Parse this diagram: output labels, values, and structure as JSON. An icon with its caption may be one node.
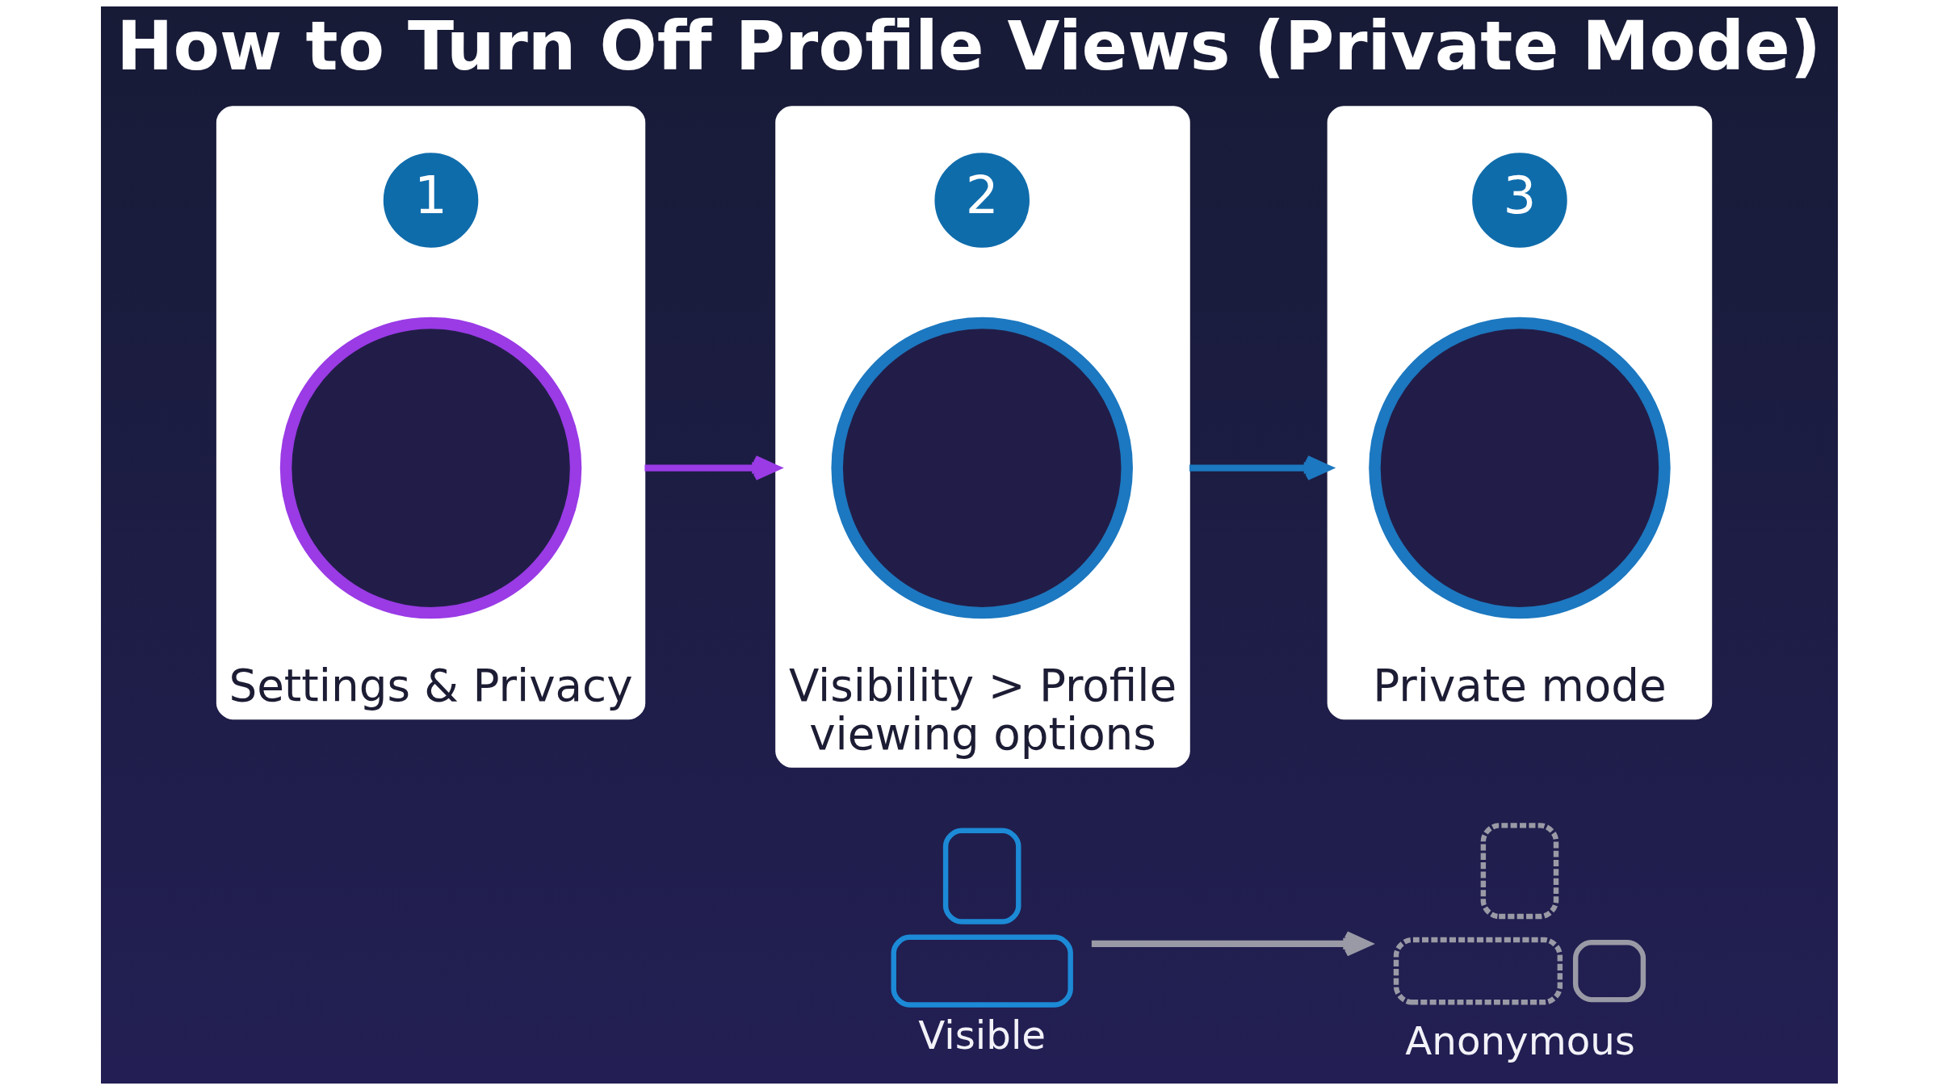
{
  "diagram": {
    "title": "How to Turn Off Profile Views (Private Mode)",
    "nodes": [
      {
        "text": [
          "Settings & Privacy"
        ]
      },
      {
        "text": [
          "1"
        ],
        "in": 0
      },
      {
        "text": [],
        "shape": "circle",
        "in": 0
      },
      {
        "text": [
          "Visibility > Profile viewing options"
        ]
      },
      {
        "text": [
          "2"
        ],
        "in": 3
      },
      {
        "text": [],
        "shape": "circle",
        "in": 3
      },
      {
        "text": [
          "Private mode"
        ]
      },
      {
        "text": [
          "3"
        ],
        "in": 6
      },
      {
        "text": [],
        "shape": "circle",
        "in": 6
      },
      {
        "text": [],
        "shape": "person",
        "beside": [
          "Visible"
        ]
      },
      {
        "text": [],
        "shape": "person",
        "beside": [
          "Anonymous"
        ]
      }
    ],
    "edges": [
      {
        "from": 0,
        "to": 3,
        "arrow": "to",
        "color": "#9a3be6"
      },
      {
        "from": 3,
        "to": 6,
        "arrow": "to",
        "color": "#1c78c0"
      },
      {
        "from": 9,
        "to": 10,
        "arrow": "to",
        "color": "#9a9aa6"
      }
    ]
  }
}
